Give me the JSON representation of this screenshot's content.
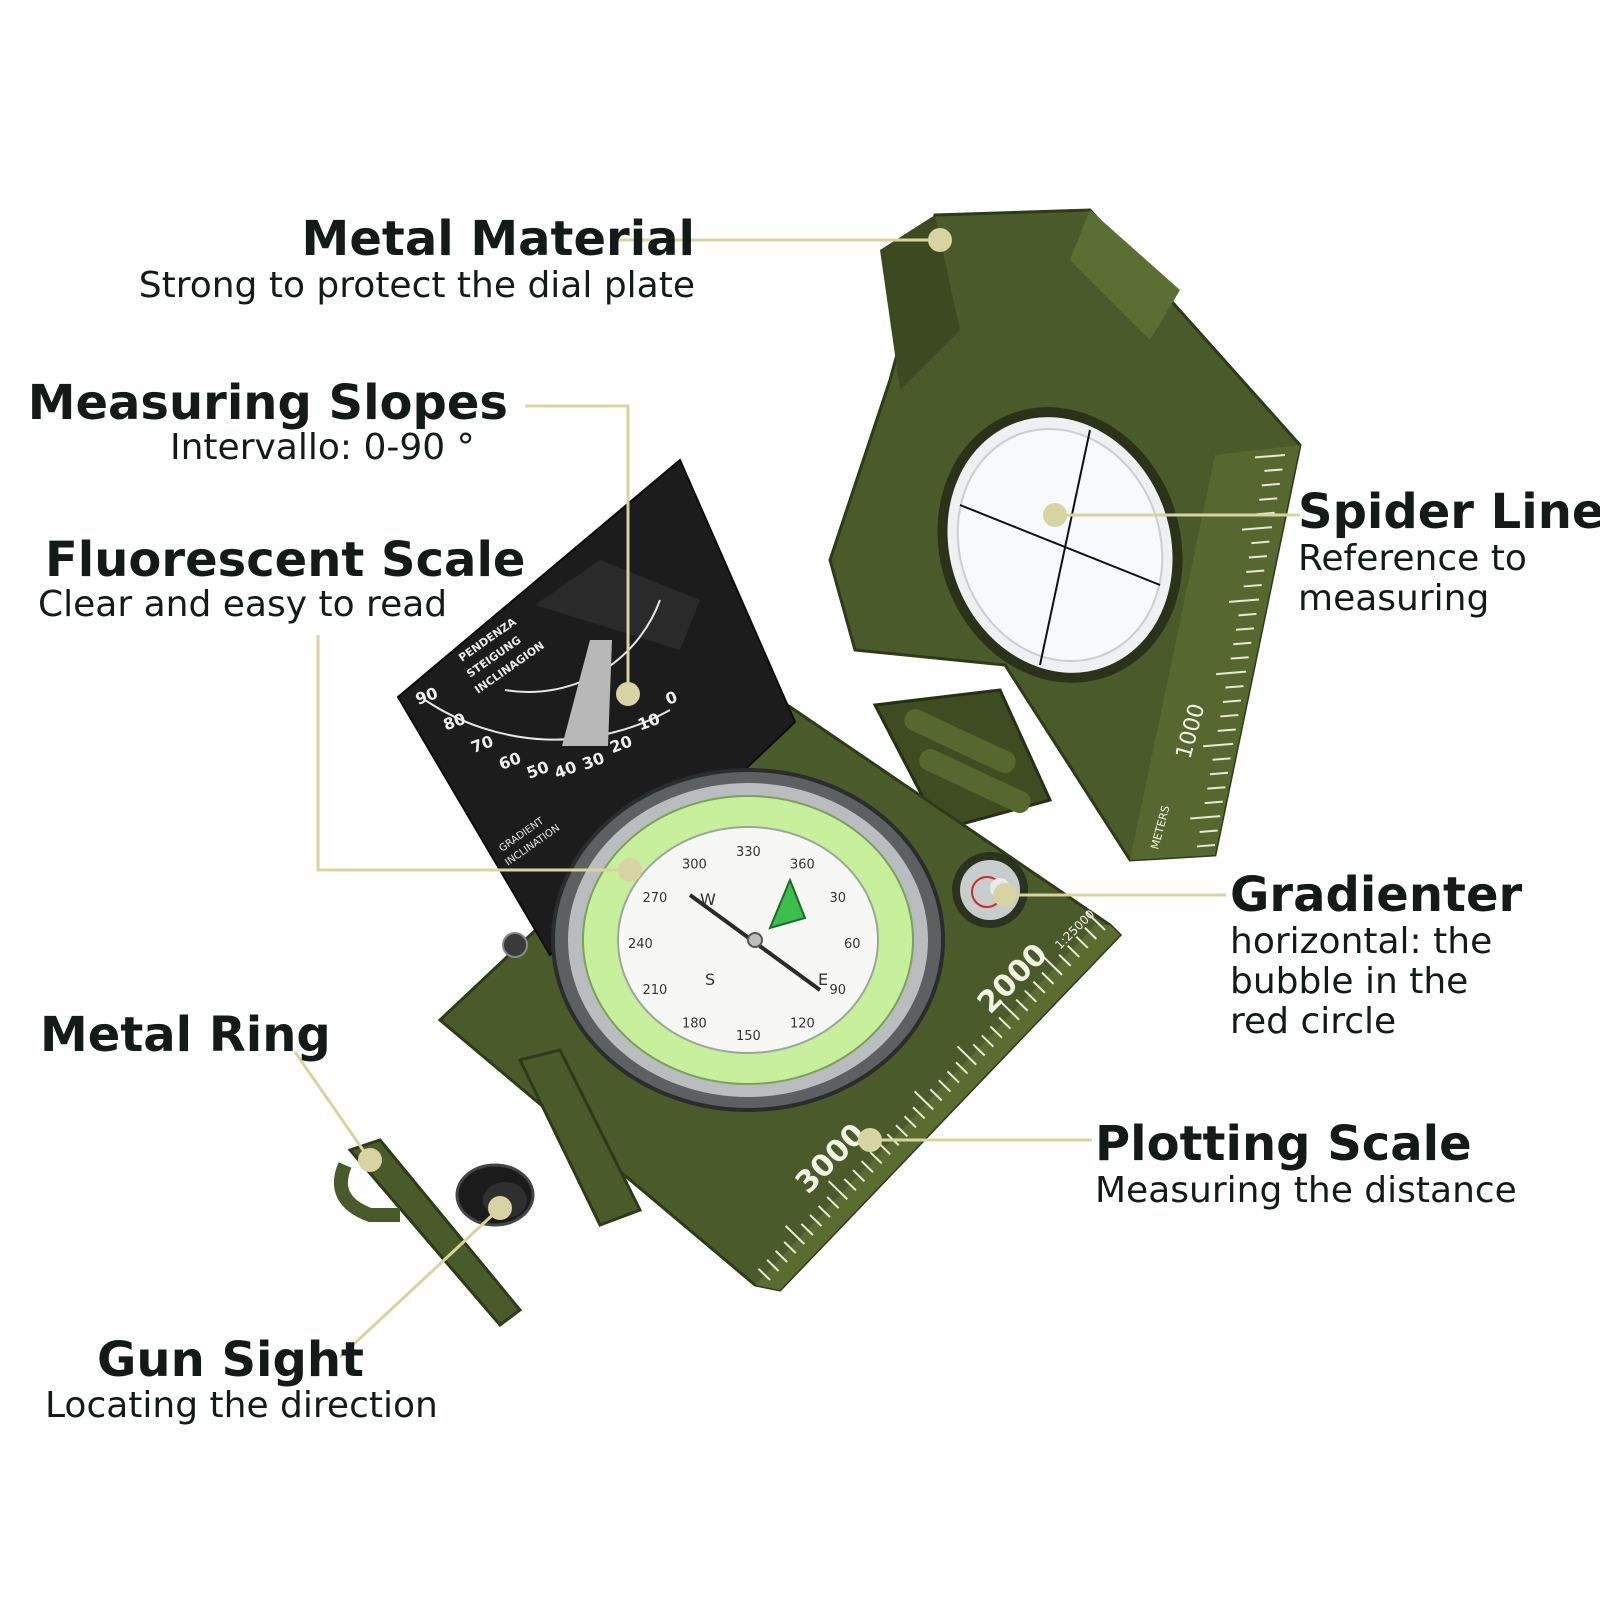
{
  "colors": {
    "background": "#ffffff",
    "text": "#141a17",
    "callout_line": "#d8d4a0",
    "callout_dot": "#d8d3a2",
    "body_olive": "#4b5a2a",
    "body_olive_dark": "#2f3a18",
    "body_olive_light": "#66783a",
    "luminous_ring": "#c8ef9b",
    "clinometer_plate": "#1c1c1c",
    "bezel_steel": "#9a9ea0"
  },
  "callouts": {
    "metal_material": {
      "title": "Metal Material",
      "desc": "Strong to protect the dial plate"
    },
    "measuring_slopes": {
      "title": "Measuring Slopes",
      "desc": "Intervallo: 0-90 °"
    },
    "fluorescent_scale": {
      "title": "Fluorescent Scale",
      "desc": "Clear and easy to read"
    },
    "metal_ring": {
      "title": "Metal Ring"
    },
    "gun_sight": {
      "title": "Gun Sight",
      "desc": "Locating the direction"
    },
    "spider_line": {
      "title": "Spider Line",
      "desc_lines": [
        "Reference to",
        "measuring"
      ]
    },
    "gradienter": {
      "title": "Gradienter",
      "desc_lines": [
        "horizontal: the",
        "bubble in the",
        "red circle"
      ]
    },
    "plotting_scale": {
      "title": "Plotting Scale",
      "desc": "Measuring the distance"
    }
  },
  "compass": {
    "scale_labels": [
      "3000",
      "2000",
      "1000"
    ],
    "scale_ratio": "1:25000",
    "lid_units": "METERS",
    "clinometer_title_lines": [
      "PENDENZA",
      "STEIGUNG",
      "INCLINAGION"
    ],
    "clinometer_bottom_lines": [
      "GRADIENT",
      "INCLINATION"
    ],
    "clinometer_degrees": [
      "90",
      "80",
      "70",
      "60",
      "50",
      "40",
      "30",
      "20",
      "10",
      "0"
    ],
    "dial_numbers": [
      "300",
      "330",
      "360",
      "30",
      "60",
      "90",
      "120",
      "150",
      "180",
      "210",
      "240",
      "270"
    ],
    "cardinals": [
      "W",
      "S",
      "E"
    ]
  }
}
